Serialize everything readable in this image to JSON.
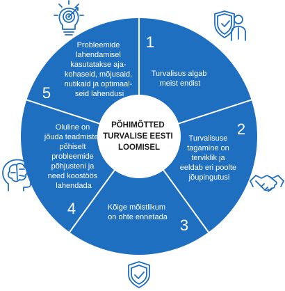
{
  "center": {
    "lines": [
      "PÕHIMÕTTED",
      "TURVALISE EESTI",
      "LOOMISEL"
    ]
  },
  "colors": {
    "segment": "#1f6fc0",
    "divider": "#ffffff",
    "center_fill": "#ffffff",
    "icon": "#1f6fc0"
  },
  "segments": [
    {
      "number": "1",
      "lines": [
        "Turvalisus algab",
        "meist endist"
      ]
    },
    {
      "number": "2",
      "lines": [
        "Turvalisuse",
        "tagamine on",
        "terviklik ja",
        "eeldab eri poolte",
        "jõupingutusi"
      ]
    },
    {
      "number": "3",
      "lines": [
        "Kõige mõistlikum",
        "on ohte ennetada"
      ]
    },
    {
      "number": "4",
      "lines": [
        "Oluline on",
        "jõuda teadmiste-",
        "põhiselt",
        "probleemide",
        "põhjusteni ja",
        "need koostöös",
        "lahendada"
      ]
    },
    {
      "number": "5",
      "lines": [
        "Probleemide",
        "lahendamisel",
        "kasutatakse aja-",
        "kohaseid, mõjusaid,",
        "nutikaid ja optimaal-",
        "seid lahendusi"
      ]
    }
  ],
  "icons": [
    "target-bulb-icon",
    "shield-person-icon",
    "handshake-icon",
    "shield-check-icon",
    "brain-head-icon"
  ]
}
